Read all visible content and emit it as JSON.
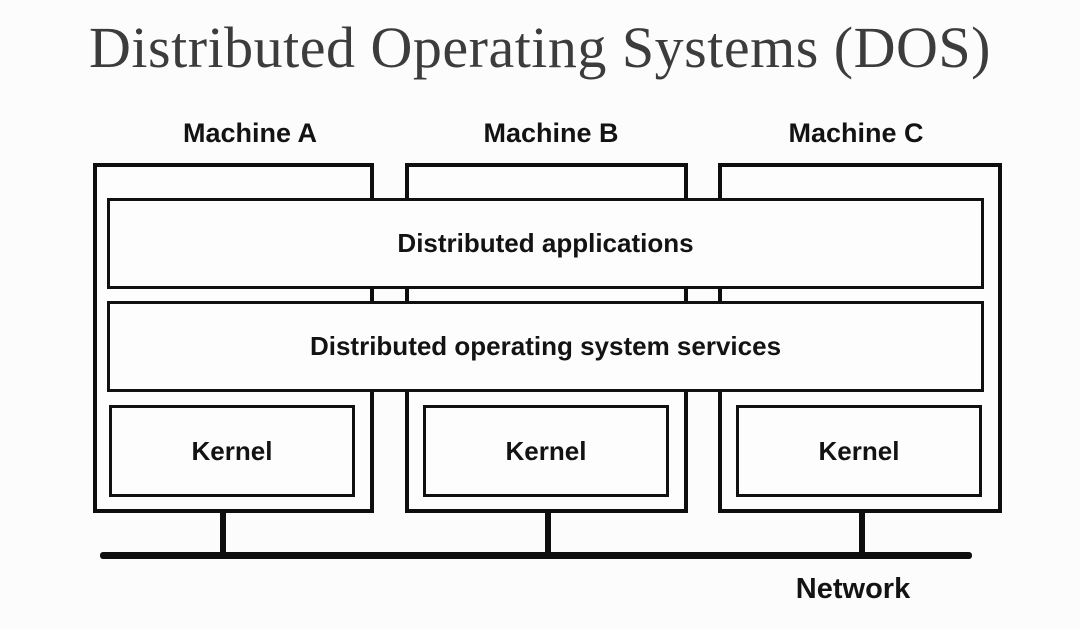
{
  "title": "Distributed Operating Systems (DOS)",
  "machines": [
    {
      "label": "Machine A",
      "kernel_label": "Kernel"
    },
    {
      "label": "Machine B",
      "kernel_label": "Kernel"
    },
    {
      "label": "Machine C",
      "kernel_label": "Kernel"
    }
  ],
  "shared_layers": {
    "applications_label": "Distributed applications",
    "services_label": "Distributed operating system services"
  },
  "network": {
    "label": "Network"
  },
  "colors": {
    "background": "#fcfcfc",
    "line": "#0e0e0e",
    "title_text": "#3c3c3c",
    "label_text": "#131313"
  }
}
